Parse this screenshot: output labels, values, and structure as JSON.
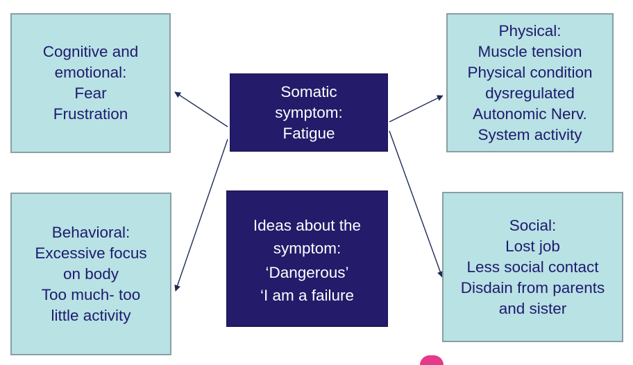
{
  "diagram": {
    "somatic": [
      "Somatic",
      "symptom:",
      "Fatigue"
    ],
    "cognitive": [
      "Cognitive and",
      "emotional:",
      "Fear",
      "Frustration"
    ],
    "physical": [
      "Physical:",
      "Muscle tension",
      "Physical condition",
      "dysregulated",
      "Autonomic Nerv.",
      "System activity"
    ],
    "behavioral": [
      "Behavioral:",
      "Excessive focus",
      "on body",
      "Too much-  too",
      "little activity"
    ],
    "social": [
      "Social:",
      "Lost job",
      "Less social contact",
      "Disdain from parents",
      "and sister"
    ],
    "ideas": [
      "Ideas about the",
      "symptom:",
      "‘Dangerous’",
      "‘I am a failure"
    ]
  },
  "colors": {
    "light_box": "#b8e2e4",
    "dark_box": "#241b6b",
    "text_dark": "#1f1a6e",
    "arrow": "#1e2a55"
  }
}
